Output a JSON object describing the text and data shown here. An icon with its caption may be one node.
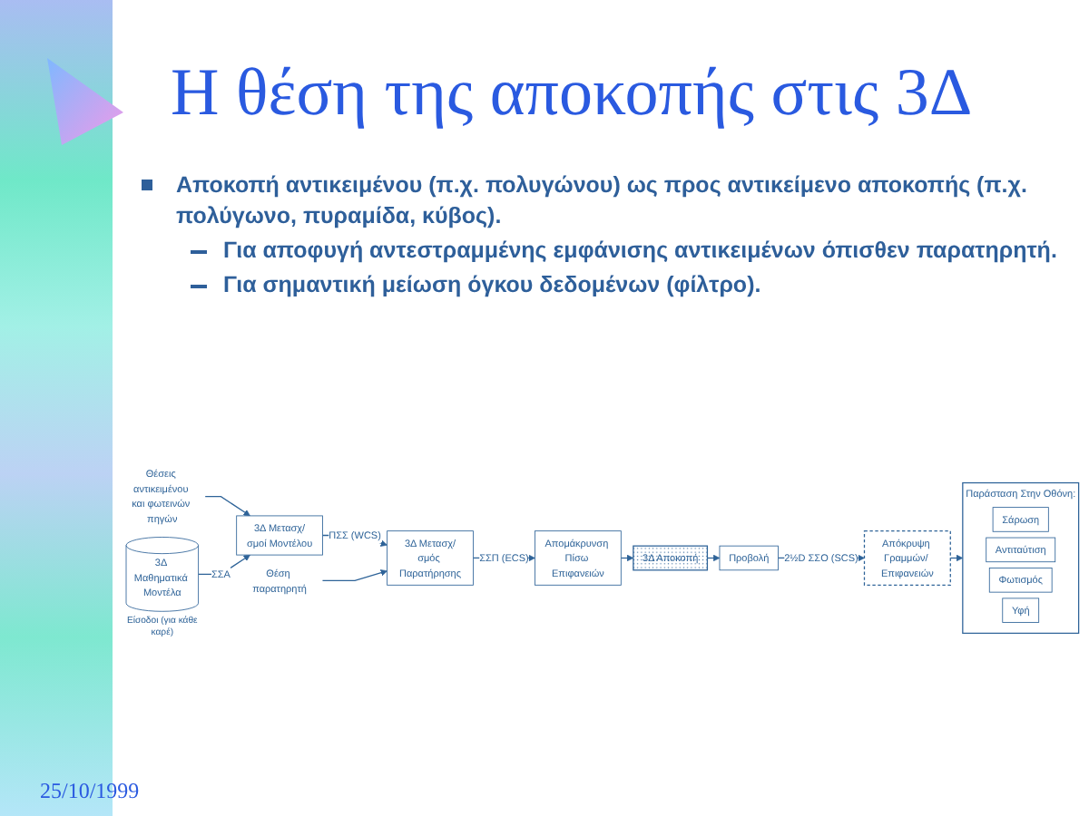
{
  "diagram": {
    "title": "Η θέση της αποκοπής στις 3Δ",
    "nodes": [
      {
        "text": [
          "Θέσεις αντικειμένου και φωτεινών πηγών"
        ]
      },
      {
        "text": [
          "3Δ Μαθηματικά Μοντέλα"
        ],
        "beside": [
          "Είσοδοι (για κάθε καρέ)"
        ]
      },
      {
        "text": [
          "3Δ Μετασχ/σμοί Μοντέλου"
        ]
      },
      {
        "text": [
          "Θέση παρατηρητή"
        ]
      },
      {
        "text": [
          "3Δ Μετασχ/σμός Παρατήρησης"
        ]
      },
      {
        "text": [
          "Απομάκρυνση Πίσω Επιφανειών"
        ]
      },
      {
        "text": [
          "3Δ Αποκοπή"
        ]
      },
      {
        "text": [
          "Προβολή"
        ]
      },
      {
        "text": [
          "Απόκρυψη Γραμμών/ Επιφανειών"
        ]
      },
      {
        "text": [
          "Παράσταση Στην Οθόνη:"
        ]
      },
      {
        "text": [
          "Σάρωση"
        ],
        "in": 9
      },
      {
        "text": [
          "Αντιταύτιση"
        ],
        "in": 9
      },
      {
        "text": [
          "Φωτισμός"
        ],
        "in": 9
      },
      {
        "text": [
          "Υφή"
        ],
        "in": 9
      }
    ],
    "edges": [
      {
        "from": 0,
        "to": 2,
        "arrow": "to"
      },
      {
        "from": 1,
        "to": 2,
        "arrow": "to",
        "label": "ΣΣΑ"
      },
      {
        "from": 2,
        "to": 4,
        "arrow": "to",
        "label": "ΠΣΣ (WCS)"
      },
      {
        "from": 3,
        "to": 4,
        "arrow": "to"
      },
      {
        "from": 4,
        "to": 5,
        "arrow": "to",
        "label": "ΣΣΠ (ECS)"
      },
      {
        "from": 5,
        "to": 6,
        "arrow": "to"
      },
      {
        "from": 6,
        "to": 7,
        "arrow": "to"
      },
      {
        "from": 7,
        "to": 8,
        "arrow": "to",
        "label": "2½D ΣΣΟ (SCS)"
      },
      {
        "from": 8,
        "to": 9,
        "arrow": "to"
      }
    ],
    "labels": [
      "Αποκοπή αντικειμένου (π.χ. πολυγώνου) ως προς αντικείμενο αποκοπής (π.χ. πολύγωνο, πυραμίδα, κύβος).",
      "Για αποφυγή αντεστραμμένης εμφάνισης αντικειμένων όπισθεν παρατηρητή.",
      "Για σημαντική μείωση όγκου δεδομένων (φίλτρο).",
      "25/10/1999"
    ]
  }
}
